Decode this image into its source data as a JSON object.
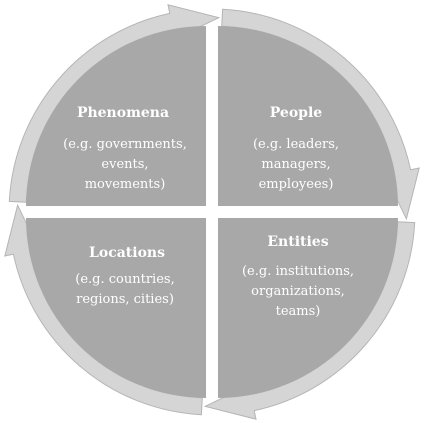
{
  "colors": {
    "quadrant_fill": "#a8a8a8",
    "ring_arrow": "#d5d5d5",
    "arrow_outline": "#b5b5b5",
    "text": "#ffffff",
    "background": "#ffffff"
  },
  "quadrants": {
    "top_left": {
      "title": "Phenomena",
      "lines": [
        "(e.g. governments,",
        "events,",
        "movements)"
      ]
    },
    "top_right": {
      "title": "People",
      "lines": [
        "(e.g. leaders,",
        "managers,",
        "employees)"
      ]
    },
    "bottom_right": {
      "title": "Entities",
      "lines": [
        "(e.g. institutions,",
        "organizations,",
        "teams)"
      ]
    },
    "bottom_left": {
      "title": "Locations",
      "lines": [
        "(e.g. countries,",
        "regions, cities)"
      ]
    }
  },
  "arrows": {
    "direction": "clockwise",
    "icon": "circular-arrow-icon"
  }
}
